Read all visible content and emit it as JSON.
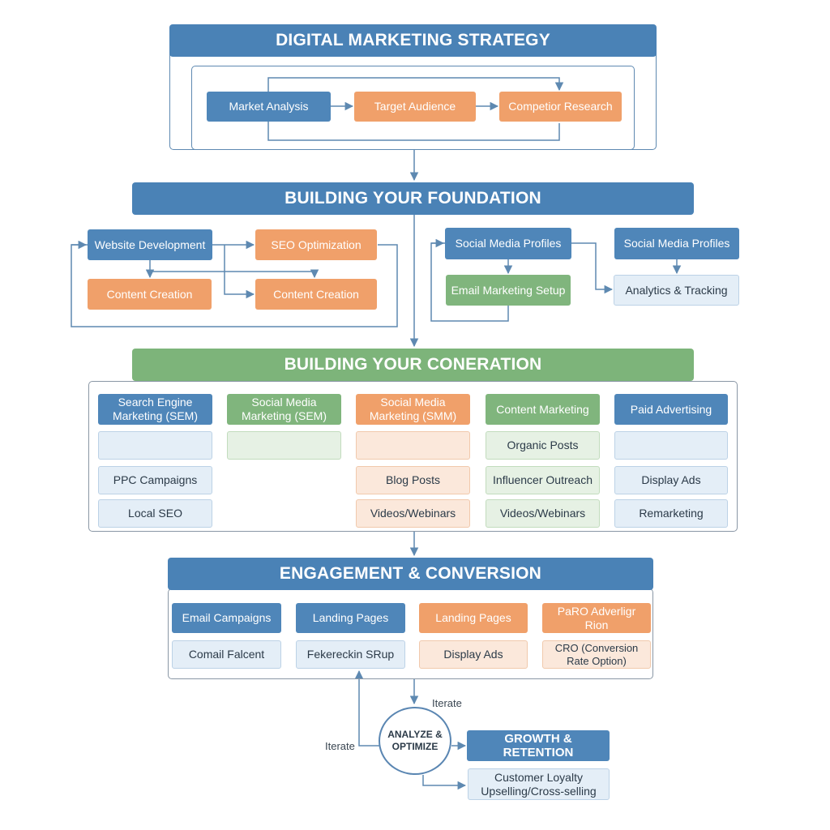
{
  "strategy": {
    "title": "DIGITAL MARKETING STRATEGY",
    "items": [
      "Market Analysis",
      "Target Audience",
      "Competior Research"
    ]
  },
  "foundation": {
    "title": "BUILDING YOUR FOUNDATION",
    "left": {
      "website": "Website Development",
      "seo": "SEO Optimization",
      "content_a": "Content Creation",
      "content_b": "Content Creation"
    },
    "right": {
      "social_a": "Social Media Profiles",
      "email": "Email Marketing Setup",
      "social_b": "Social Media Profiles",
      "analytics": "Analytics & Tracking"
    }
  },
  "generation": {
    "title": "BUILDING YOUR CONERATION",
    "columns": [
      {
        "header": "Search Engine Marketing (SEM)",
        "items": [
          "",
          "PPC Campaigns",
          "Local SEO"
        ]
      },
      {
        "header": "Social Media Marketing (SEM)",
        "items": [
          ""
        ]
      },
      {
        "header": "Social Media Marketing (SMM)",
        "items": [
          "",
          "Blog Posts",
          "Videos/Webinars"
        ]
      },
      {
        "header": "Content Marketing",
        "items": [
          "Organic Posts",
          "Influencer Outreach",
          "Videos/Webinars"
        ]
      },
      {
        "header": "Paid Advertising",
        "items": [
          "",
          "Display Ads",
          "Remarketing"
        ]
      }
    ]
  },
  "engagement": {
    "title": "ENGAGEMENT & CONVERSION",
    "columns": [
      {
        "header": "Email Campaigns",
        "item": "Comail Falcent"
      },
      {
        "header": "Landing Pages",
        "item": "Fekereckin SRup"
      },
      {
        "header": "Landing Pages",
        "item": "Display Ads"
      },
      {
        "header": "PaRO Adverligr Rion",
        "item": "CRO (Conversion Rate Option)"
      }
    ]
  },
  "optimize": {
    "circle": "ANALYZE & OPTIMIZE",
    "iterate_top": "Iterate",
    "iterate_left": "Iterate",
    "growth": "GROWTH & RETENTION",
    "loyalty": "Customer Loyalty Upselling/Cross-selling"
  },
  "colors": {
    "blue": "#4a82b6",
    "orange": "#f0a06a",
    "green": "#7db47a",
    "line": "#5e89b1"
  }
}
